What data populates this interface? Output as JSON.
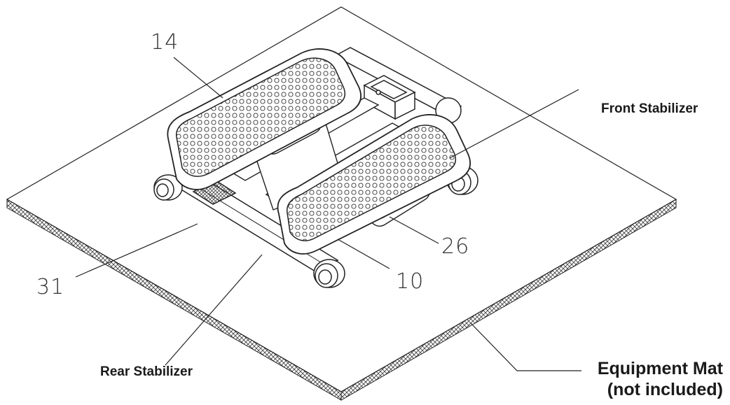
{
  "callouts": {
    "part_14": "14",
    "part_26": "26",
    "part_10": "10",
    "part_31": "31"
  },
  "labels": {
    "front_stabilizer": "Front Stabilizer",
    "rear_stabilizer": "Rear Stabilizer",
    "equipment_mat_line1": "Equipment Mat",
    "equipment_mat_line2": "(not included)"
  },
  "colors": {
    "line": "#222222",
    "mat_edge": "#555555",
    "background": "#ffffff"
  }
}
